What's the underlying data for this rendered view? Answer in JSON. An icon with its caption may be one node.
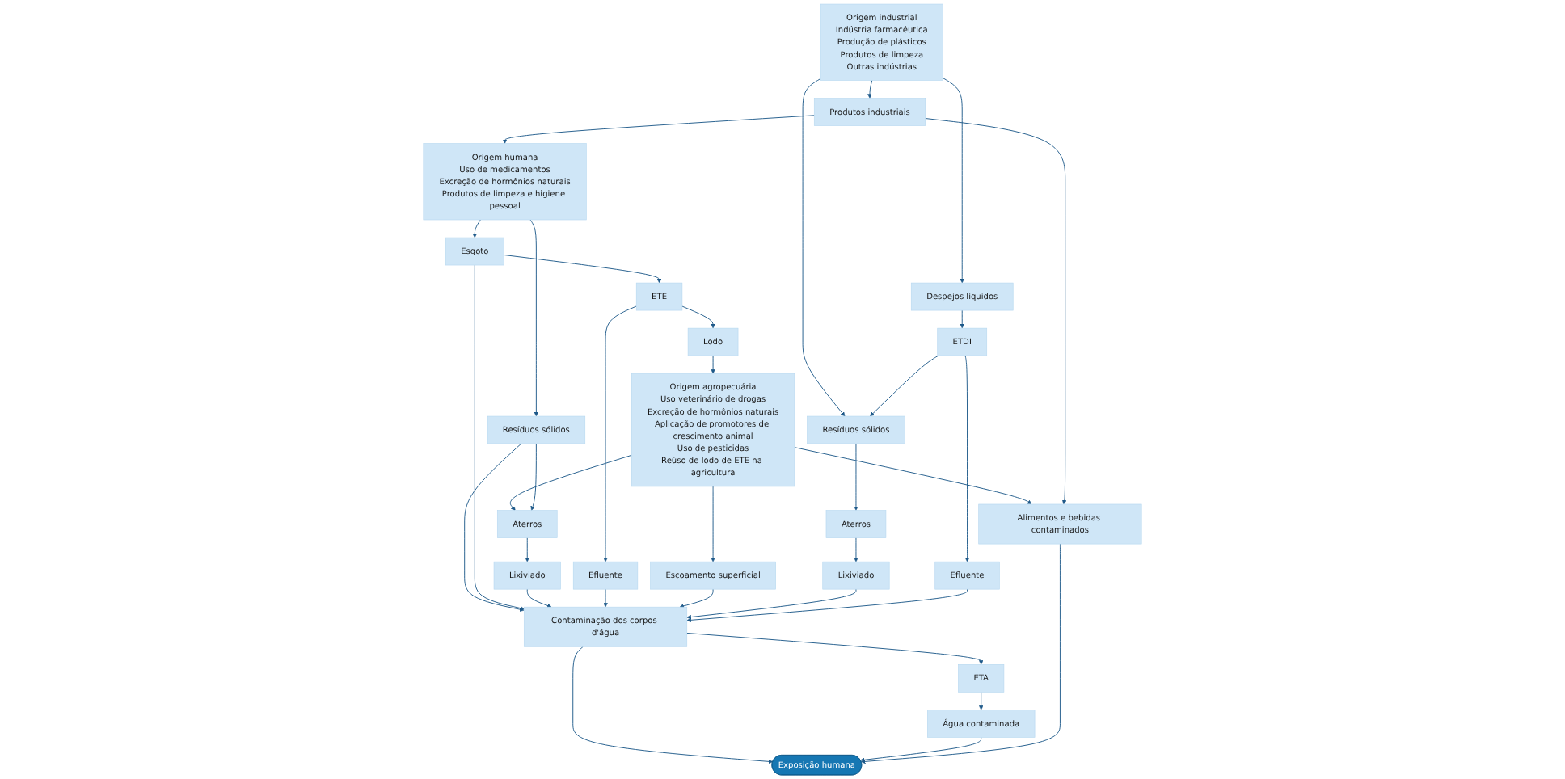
{
  "diagram": {
    "nodes": [
      {
        "text": [
          "Origem humana",
          "Uso de medicamentos",
          "Excreção de hormônios naturais",
          "Produtos de limpeza e higiene pessoal"
        ]
      },
      {
        "text": [
          "Origem agropecuária",
          "Uso veterinário de drogas",
          "Excreção de hormônios naturais",
          "Aplicação de promotores de crescimento animal",
          "Uso de pesticidas",
          "Reúso de lodo de ETE na agricultura"
        ]
      },
      {
        "text": [
          "Origem industrial",
          "Indústria farmacêutica",
          "Produção de plásticos",
          "Produtos de limpeza",
          "Outras indústrias"
        ]
      },
      {
        "text": [
          "Resíduos sólidos"
        ]
      },
      {
        "text": [
          "Esgoto"
        ]
      },
      {
        "text": [
          "Alimentos e bebidas contaminados"
        ]
      },
      {
        "text": [
          "Produtos industriais"
        ]
      },
      {
        "text": [
          "Resíduos sólidos"
        ]
      },
      {
        "text": [
          "Despejos líquidos"
        ]
      },
      {
        "text": [
          "Aterros"
        ]
      },
      {
        "text": [
          "ETE"
        ]
      },
      {
        "text": [
          "Lodo"
        ]
      },
      {
        "text": [
          "Exposição humana"
        ]
      },
      {
        "text": [
          "Água contaminada"
        ]
      },
      {
        "text": [
          "Aterros"
        ]
      },
      {
        "text": [
          "ETDI"
        ]
      },
      {
        "text": [
          "Lixiviado"
        ]
      },
      {
        "text": [
          "Efluente"
        ]
      },
      {
        "text": [
          "Escoamento superficial"
        ]
      },
      {
        "text": [
          "ETA"
        ]
      },
      {
        "text": [
          "Lixiviado"
        ]
      },
      {
        "text": [
          "Efluente"
        ]
      },
      {
        "text": [
          "Contaminação dos corpos d'água"
        ]
      }
    ],
    "edges": [
      {
        "from": 0,
        "to": 3,
        "arrow": "to"
      },
      {
        "from": 0,
        "to": 4,
        "arrow": "to"
      },
      {
        "from": 1,
        "to": 5,
        "arrow": "to"
      },
      {
        "from": 2,
        "to": 6,
        "arrow": "to"
      },
      {
        "from": 2,
        "to": 7,
        "arrow": "to"
      },
      {
        "from": 2,
        "to": 8,
        "arrow": "to"
      },
      {
        "from": 6,
        "to": 0,
        "arrow": "to"
      },
      {
        "from": 6,
        "to": 5,
        "arrow": "to"
      },
      {
        "from": 11,
        "to": 1,
        "arrow": "to"
      },
      {
        "from": 1,
        "to": 18,
        "arrow": "to"
      },
      {
        "from": 1,
        "to": 9,
        "arrow": "to"
      },
      {
        "from": 3,
        "to": 22,
        "arrow": "to"
      },
      {
        "from": 4,
        "to": 22,
        "arrow": "to"
      },
      {
        "from": 3,
        "to": 9,
        "arrow": "to"
      },
      {
        "from": 4,
        "to": 10,
        "arrow": "to"
      },
      {
        "from": 10,
        "to": 11,
        "arrow": "to"
      },
      {
        "from": 9,
        "to": 16,
        "arrow": "to"
      },
      {
        "from": 10,
        "to": 17,
        "arrow": "to"
      },
      {
        "from": 16,
        "to": 22,
        "arrow": "to"
      },
      {
        "from": 17,
        "to": 22,
        "arrow": "to"
      },
      {
        "from": 18,
        "to": 22,
        "arrow": "to"
      },
      {
        "from": 22,
        "to": 12,
        "arrow": "to"
      },
      {
        "from": 22,
        "to": 19,
        "arrow": "to"
      },
      {
        "from": 19,
        "to": 13,
        "arrow": "to"
      },
      {
        "from": 13,
        "to": 12,
        "arrow": "to"
      },
      {
        "from": 5,
        "to": 12,
        "arrow": "to"
      },
      {
        "from": 7,
        "to": 14,
        "arrow": "to"
      },
      {
        "from": 8,
        "to": 15,
        "arrow": "to"
      },
      {
        "from": 15,
        "to": 7,
        "arrow": "to"
      },
      {
        "from": 14,
        "to": 20,
        "arrow": "to"
      },
      {
        "from": 15,
        "to": 21,
        "arrow": "to"
      },
      {
        "from": 20,
        "to": 22,
        "arrow": "to"
      },
      {
        "from": 21,
        "to": 22,
        "arrow": "to"
      }
    ]
  }
}
